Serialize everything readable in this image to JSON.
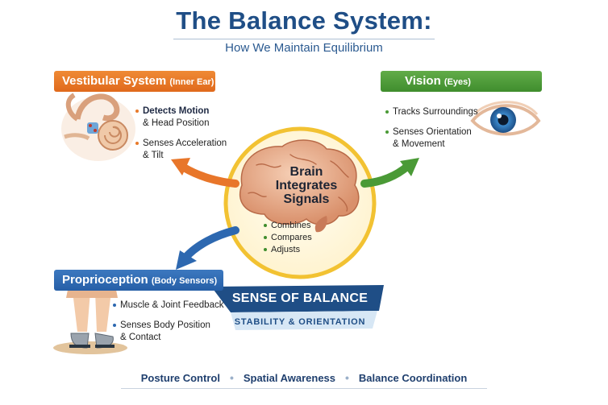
{
  "header": {
    "title": "The Balance System:",
    "subtitle": "How We Maintain Equilibrium"
  },
  "vestibular": {
    "label": "Vestibular System",
    "sublabel": "(Inner Ear)",
    "bullets": [
      "Detects Motion",
      "& Head Position",
      "Senses Acceleration",
      "& Tilt"
    ],
    "color": "#e8762a"
  },
  "vision": {
    "label": "Vision",
    "sublabel": "(Eyes)",
    "bullets": [
      "Tracks Surroundings",
      "Senses Orientation",
      "& Movement"
    ],
    "color": "#4a9a36"
  },
  "proprioception": {
    "label": "Proprioception",
    "sublabel": "(Body Sensors)",
    "bullets": [
      "Muscle & Joint Feedback",
      "Senses Body Position",
      "& Contact"
    ],
    "color": "#2d68b0"
  },
  "brain": {
    "title_lines": [
      "Brain",
      "Integrates",
      "Signals"
    ],
    "actions": [
      "Combines",
      "Compares",
      "Adjusts"
    ]
  },
  "outcome": {
    "title": "SENSE OF BALANCE",
    "subtitle": "STABILITY & ORIENTATION"
  },
  "footer": {
    "items": [
      "Posture Control",
      "Spatial Awareness",
      "Balance Coordination"
    ]
  }
}
